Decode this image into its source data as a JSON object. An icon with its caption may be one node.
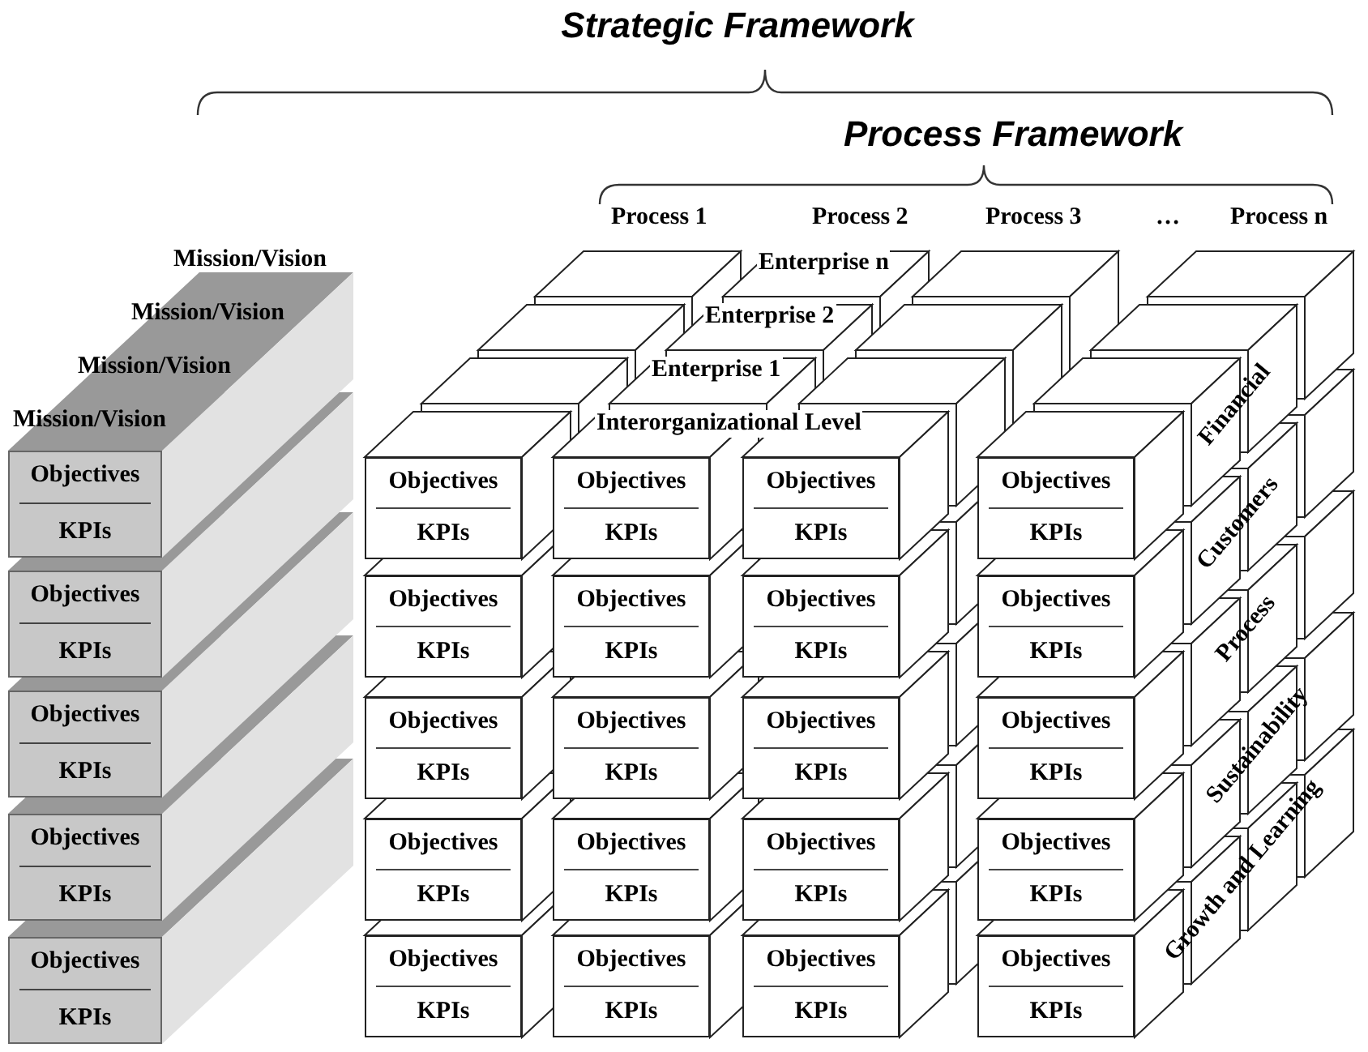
{
  "diagram": {
    "title": "Strategic Framework",
    "nodes": [
      {
        "text": [
          "Objectives",
          "KPIs"
        ]
      },
      {
        "text": [
          "Objectives",
          "KPIs"
        ]
      },
      {
        "text": [
          "Objectives",
          "KPIs"
        ]
      },
      {
        "text": [
          "Objectives",
          "KPIs"
        ]
      },
      {
        "text": [
          "Objectives",
          "KPIs"
        ]
      },
      {
        "text": [
          "Objectives",
          "KPIs"
        ]
      },
      {
        "text": [
          "Objectives",
          "KPIs"
        ]
      },
      {
        "text": [
          "Objectives",
          "KPIs"
        ]
      },
      {
        "text": [
          "Objectives",
          "KPIs"
        ]
      },
      {
        "text": [
          "Objectives",
          "KPIs"
        ]
      },
      {
        "text": [
          "Objectives",
          "KPIs"
        ]
      },
      {
        "text": [
          "Objectives",
          "KPIs"
        ]
      },
      {
        "text": [
          "Objectives",
          "KPIs"
        ]
      },
      {
        "text": [
          "Objectives",
          "KPIs"
        ]
      },
      {
        "text": [
          "Objectives",
          "KPIs"
        ]
      },
      {
        "text": [
          "Objectives",
          "KPIs"
        ]
      },
      {
        "text": [
          "Objectives",
          "KPIs"
        ]
      },
      {
        "text": [
          "Objectives",
          "KPIs"
        ]
      },
      {
        "text": [
          "Objectives",
          "KPIs"
        ]
      },
      {
        "text": [
          "Objectives",
          "KPIs"
        ]
      },
      {
        "text": [
          "Objectives",
          "KPIs"
        ]
      },
      {
        "text": [
          "Objectives",
          "KPIs"
        ]
      },
      {
        "text": [
          "Objectives",
          "KPIs"
        ]
      },
      {
        "text": [
          "Objectives",
          "KPIs"
        ]
      },
      {
        "text": [
          "Objectives",
          "KPIs"
        ]
      }
    ],
    "edges": [],
    "labels": [
      "Process Framework",
      "Process 1",
      "Process 2",
      "Process 3",
      "…",
      "Process n",
      "Mission/Vision",
      "Enterprise n",
      "Mission/Vision",
      "Enterprise 2",
      "Mission/Vision",
      "Enterprise 1",
      "Financial",
      "Mission/Vision",
      "Interorganizational Level",
      "Customers",
      "Process",
      "Sustainability",
      "Growth and Learning"
    ]
  }
}
